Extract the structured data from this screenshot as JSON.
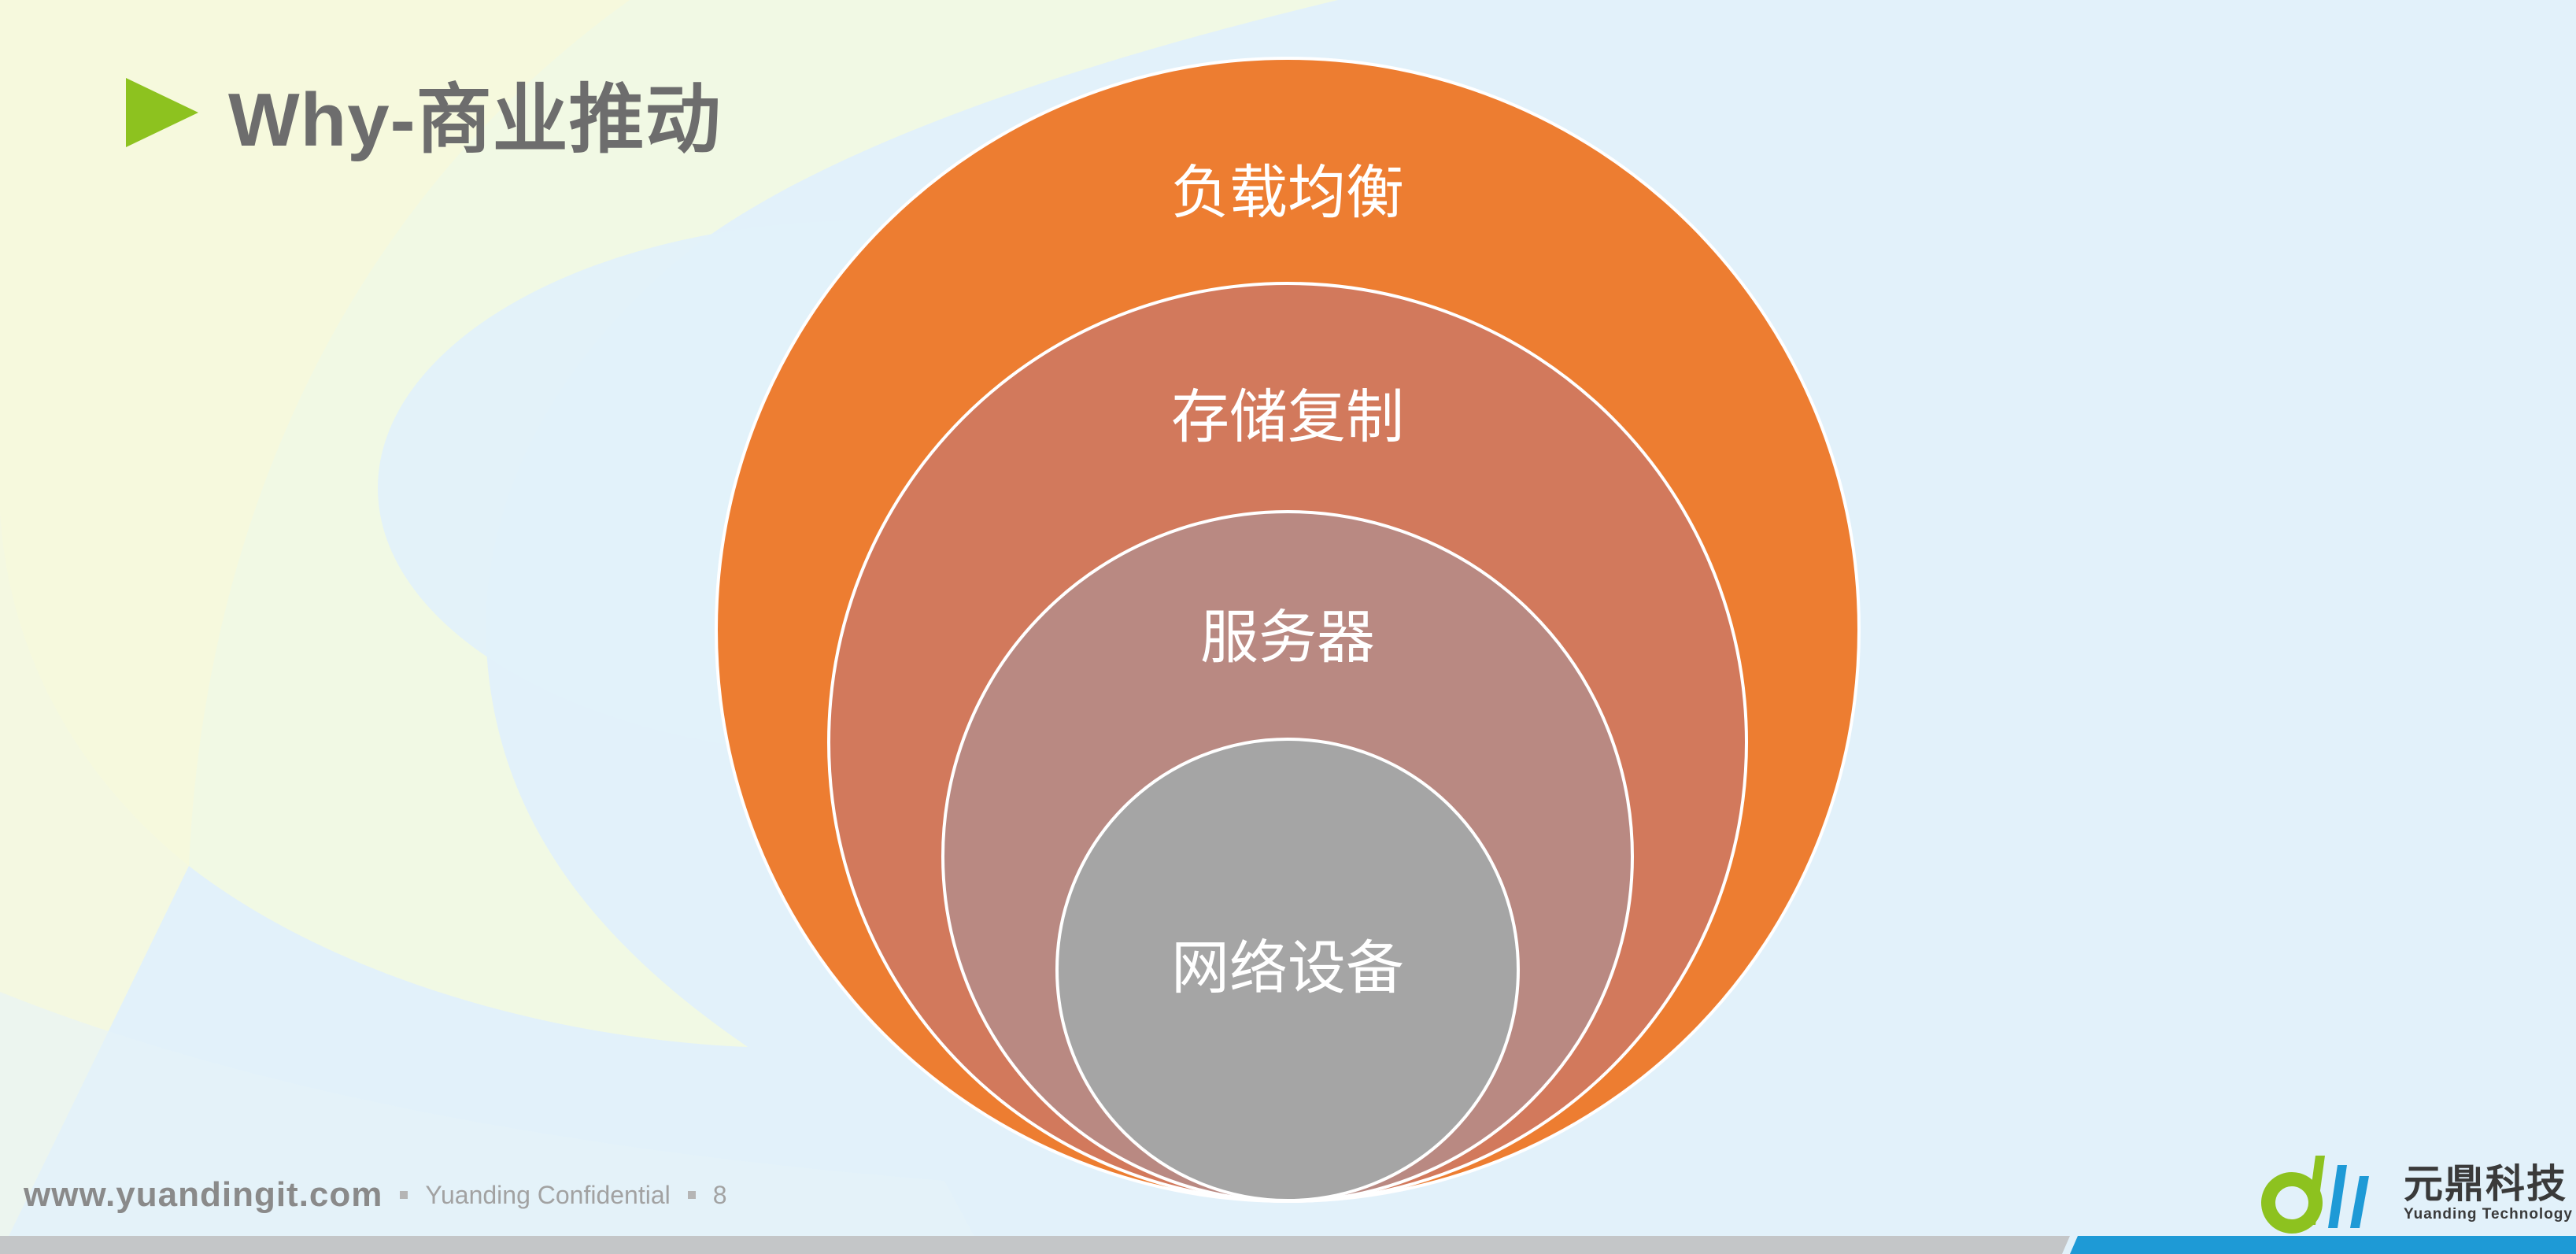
{
  "slide": {
    "title": "Why-商业推动"
  },
  "diagram": {
    "rings": [
      {
        "label": "负载均衡",
        "color": "#ed7d31"
      },
      {
        "label": "存储复制",
        "color": "#d2795c"
      },
      {
        "label": "服务器",
        "color": "#b98982"
      },
      {
        "label": "网络设备",
        "color": "#a5a5a5"
      }
    ]
  },
  "footer": {
    "url": "www.yuandingit.com",
    "confidential": "Yuanding Confidential",
    "page_number": "8"
  },
  "logo": {
    "name_cn": "元鼎科技",
    "name_en": "Yuanding Technology",
    "colors": {
      "green": "#8dc21f",
      "blue": "#1e9ad6"
    }
  },
  "colors": {
    "accent_green": "#8dc21f",
    "bottom_bar_gray": "#c4c6c8",
    "bottom_bar_blue": "#1e9ad6"
  }
}
